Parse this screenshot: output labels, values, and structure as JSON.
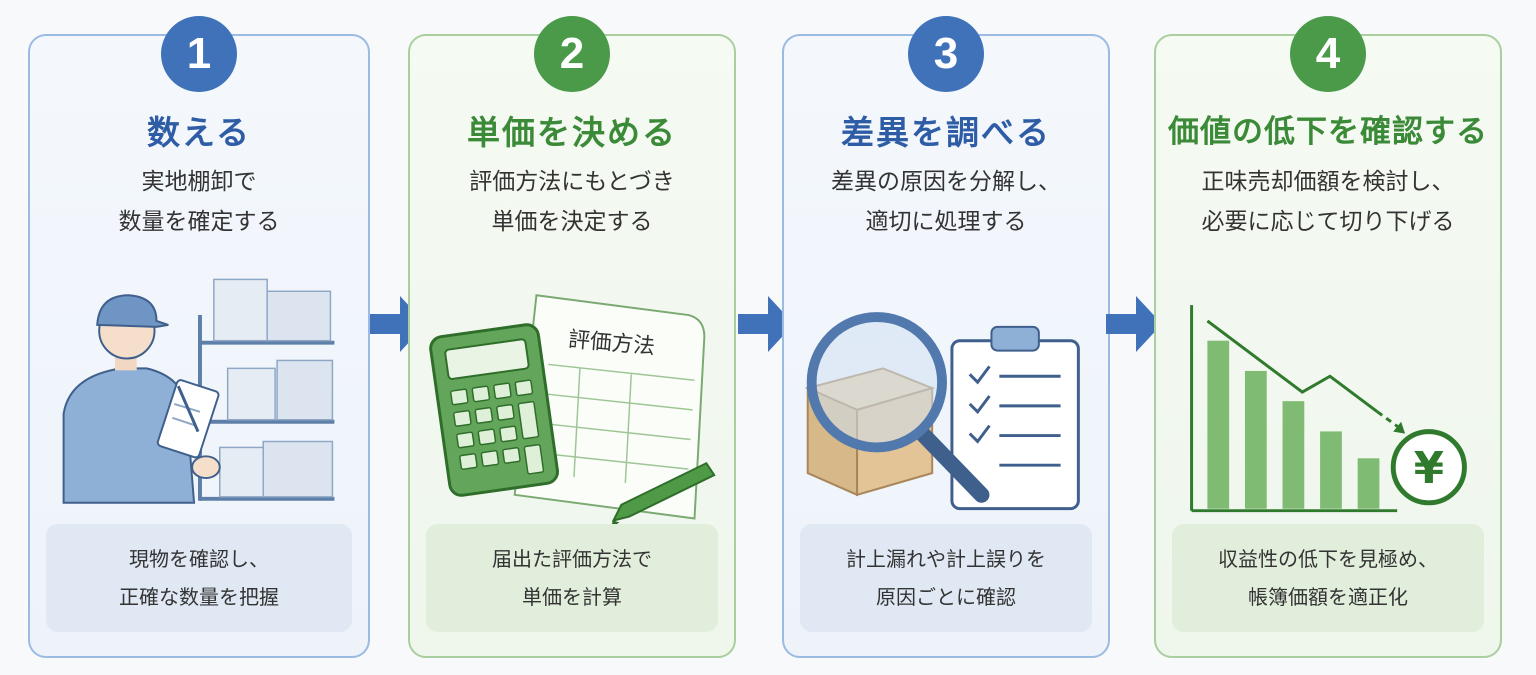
{
  "steps": [
    {
      "number": "1",
      "title": "数える",
      "desc": [
        "実地棚卸で",
        "数量を確定する"
      ],
      "note": [
        "現物を確認し、",
        "正確な数量を把握"
      ]
    },
    {
      "number": "2",
      "title": "単価を決める",
      "desc": [
        "評価方法にもとづき",
        "単価を決定する"
      ],
      "note": [
        "届出た評価方法で",
        "単価を計算"
      ],
      "doc_label": "評価方法"
    },
    {
      "number": "3",
      "title": "差異を調べる",
      "desc": [
        "差異の原因を分解し、",
        "適切に処理する"
      ],
      "note": [
        "計上漏れや計上誤りを",
        "原因ごとに確認"
      ]
    },
    {
      "number": "4",
      "title": "価値の低下を確認する",
      "desc": [
        "正味売却価額を検討し、",
        "必要に応じて切り下げる"
      ],
      "note": [
        "収益性の低下を見極め、",
        "帳簿価額を適正化"
      ],
      "chart_values": [
        1.0,
        0.82,
        0.64,
        0.46,
        0.3
      ],
      "currency_symbol": "¥"
    }
  ],
  "colors": {
    "blue": "#3f72b8",
    "green": "#4a9a4a",
    "arrow": "#3f72b8"
  }
}
